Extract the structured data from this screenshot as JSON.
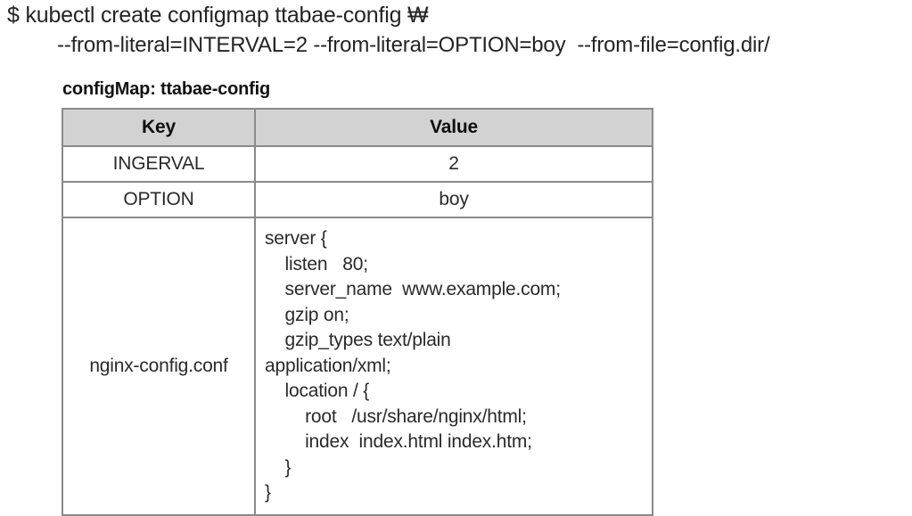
{
  "terminal": {
    "lines": [
      "$ kubectl create configmap ttabae-config ₩",
      "--from-literal=INTERVAL=2 --from-literal=OPTION=boy  --from-file=config.dir/"
    ]
  },
  "caption": "configMap: ttabae-config",
  "table": {
    "headers": [
      "Key",
      "Value"
    ],
    "rows": [
      {
        "key": "INGERVAL",
        "value": "2"
      },
      {
        "key": "OPTION",
        "value": "boy"
      }
    ],
    "file_row": {
      "key": "nginx-config.conf",
      "value": "server {\n    listen   80;\n    server_name  www.example.com;\n    gzip on;\n    gzip_types text/plain\napplication/xml;\n    location / {\n        root   /usr/share/nginx/html;\n        index  index.html index.htm;\n    }\n}"
    }
  },
  "colors": {
    "header_fill": "#d2d2d2",
    "border": "#8a8a8a",
    "text": "#2a2a2a",
    "background": "#ffffff"
  }
}
